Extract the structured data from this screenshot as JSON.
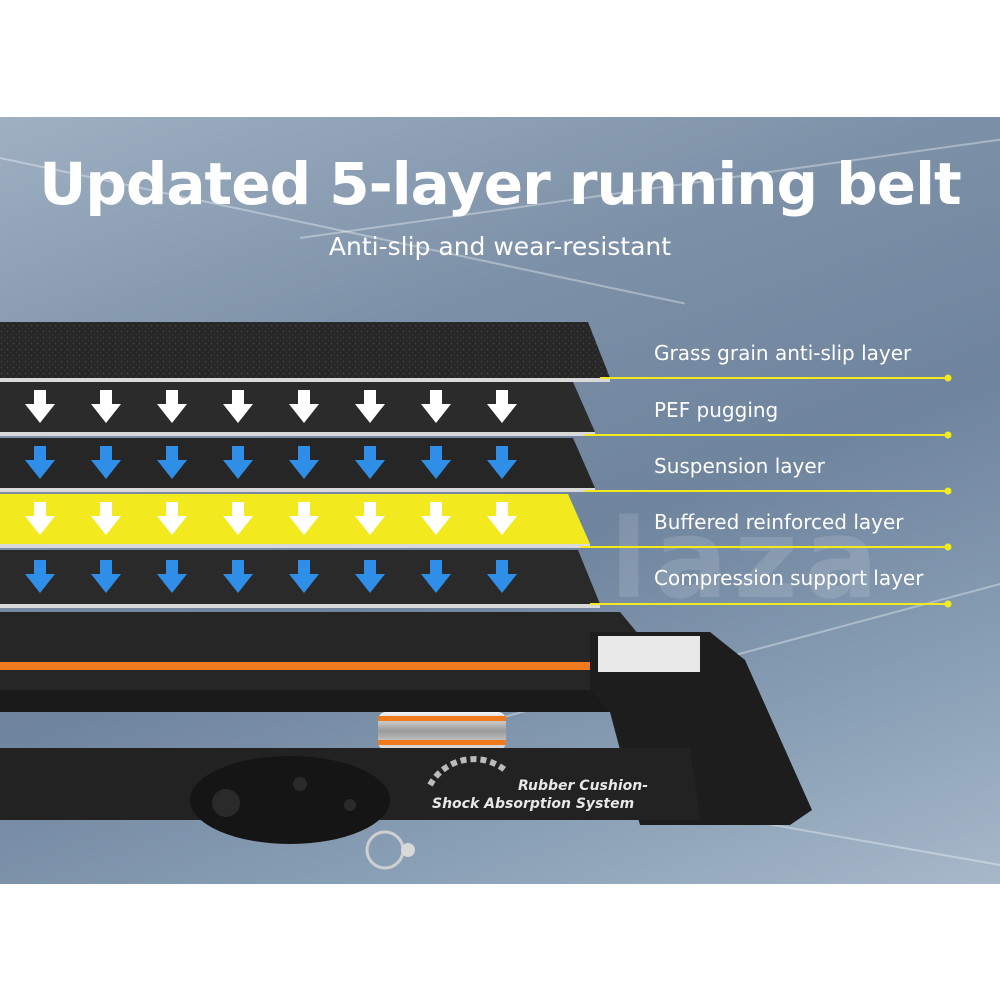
{
  "title": "Updated 5-layer running belt",
  "subtitle": "Anti-slip and wear-resistant",
  "layers": [
    {
      "label": "Grass grain anti-slip layer"
    },
    {
      "label": "PEF pugging"
    },
    {
      "label": "Suspension layer"
    },
    {
      "label": "Buffered reinforced layer"
    },
    {
      "label": "Compression support layer"
    }
  ],
  "cushion": {
    "line1": "Rubber Cushion-",
    "line2": "Shock Absorption System"
  },
  "colors": {
    "accent_yellow": "#f2ea1f",
    "arrow_blue": "#2f8ee8",
    "belt_orange": "#f07a1e",
    "belt_dark": "#1c1c1c"
  }
}
